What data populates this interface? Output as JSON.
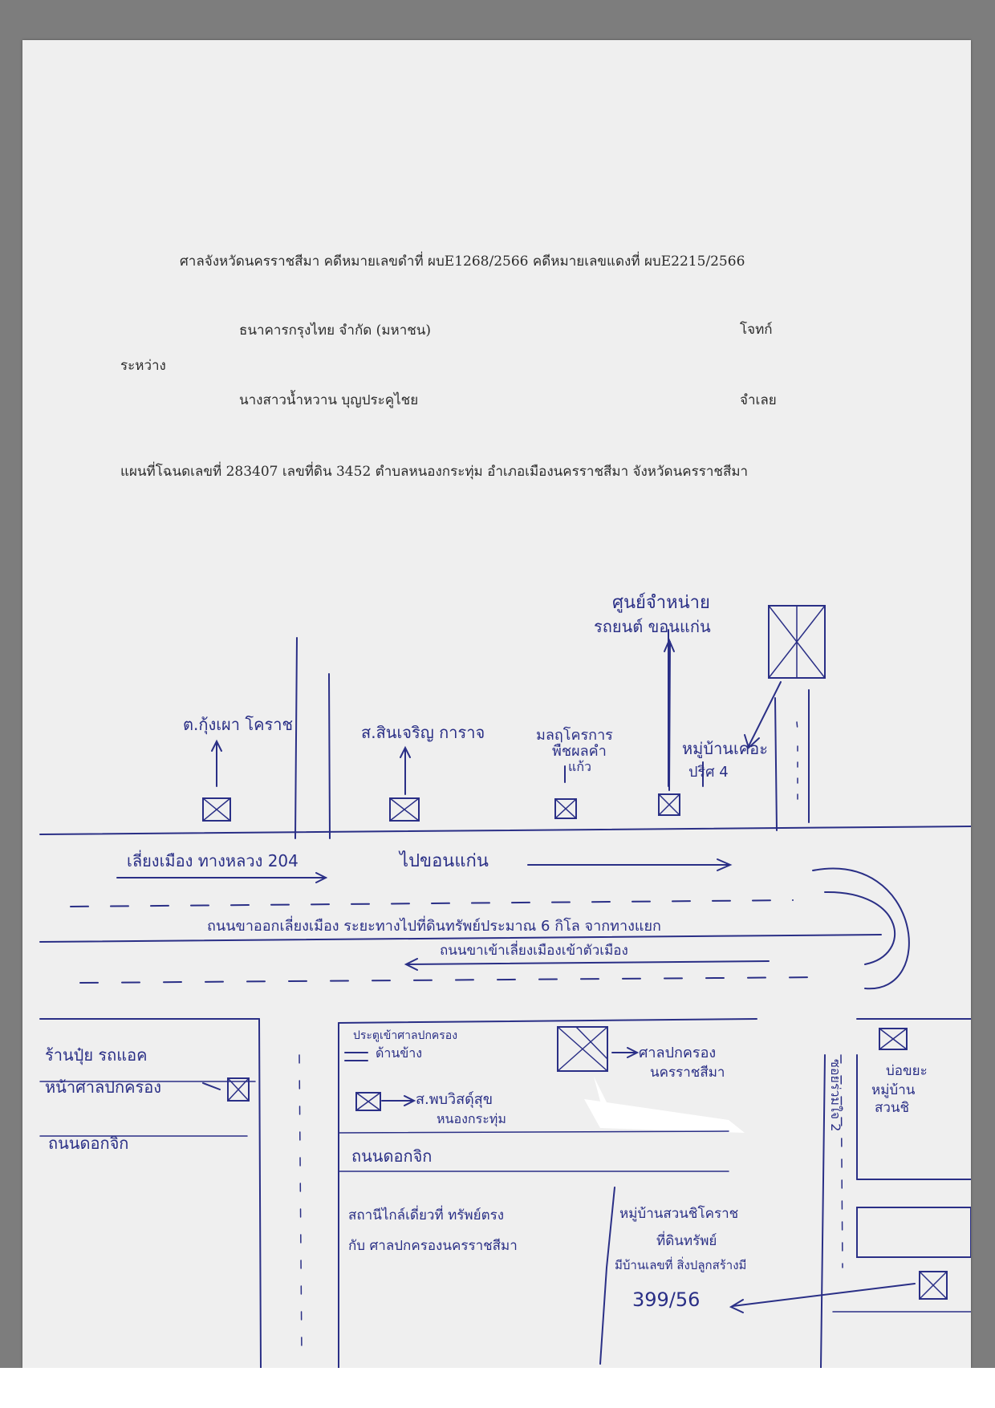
{
  "header": {
    "court_line": "ศาลจังหวัดนครราชสีมา  คดีหมายเลขดำที่ ผบE1268/2566  คดีหมายเลขแดงที่ ผบE2215/2566",
    "plaintiff": "ธนาคารกรุงไทย จำกัด (มหาชน)",
    "plaintiff_role": "โจทก์",
    "between": "ระหว่าง",
    "defendant": "นางสาวน้ำหวาน บุญประคูไชย",
    "defendant_role": "จำเลย",
    "map_title": "แผนที่โฉนดเลขที่ 283407 เลขที่ดิน 3452 ตำบลหนองกระทุ่ม อำเภอเมืองนครราชสีมา จังหวัดนครราชสีมา"
  },
  "sketch": {
    "top_center_right": "ศูนย์จำหน่าย",
    "top_center_right_2": "รถยนต์ ขอนแก่น",
    "label_1": "ต.กุ้งเผา โคราช",
    "label_2": "ส.สินเจริญ การาจ",
    "label_3": "มลฤโครการ",
    "label_3b": "พืชผลคำ",
    "label_3c": "แก้ว",
    "label_4": "หมู่บ้านเคอะ",
    "label_4b": "ปริศ 4",
    "road_upper": "เลี่ยงเมือง ทางหลวง 204",
    "road_upper_dir": "ไปขอนแก่น",
    "road_mid": "ถนนขาออกเลี่ยงเมือง ระยะทางไปที่ดินทรัพย์ประมาณ 6 กิโล จากทางแยก",
    "road_lower": "ถนนขาเข้าเลี่ยงเมืองเข้าตัวเมือง",
    "left_shop": "ร้านปุ๋ย รถแอค",
    "left_shop_2": "หน้าศาลปกครอง",
    "left_street": "ถนนดอกจิก",
    "gate_label": "ประตูเข้าศาลปกครอง",
    "gate_label_2": "ด้านข้าง",
    "court_label": "ศาลปกครอง",
    "court_label_2": "นครราชสีมา",
    "school_label": "ส.พบวิสดุ์สุข",
    "school_label_2": "หนองกระทุ่ม",
    "mid_street": "ถนนดอกจิก",
    "station_note": "สถานีไกล์เดี่ยวที่ ทรัพย์ตรง",
    "station_note_2": "กับ ศาลปกครองนครราชสีมา",
    "village_note": "หมู่บ้านสวนชิโคราช",
    "village_note_2": "ที่ดินทรัพย์",
    "village_note_3": "มีบ้านเลขที่ สิ่งปลูกสร้างมี",
    "house_no": "399/56",
    "soi_label": "ซอยร่วมใจ 2",
    "right_pond": "บ่อขยะ",
    "right_pond_2": "หมู่บ้าน",
    "right_pond_3": "สวนชิ"
  }
}
